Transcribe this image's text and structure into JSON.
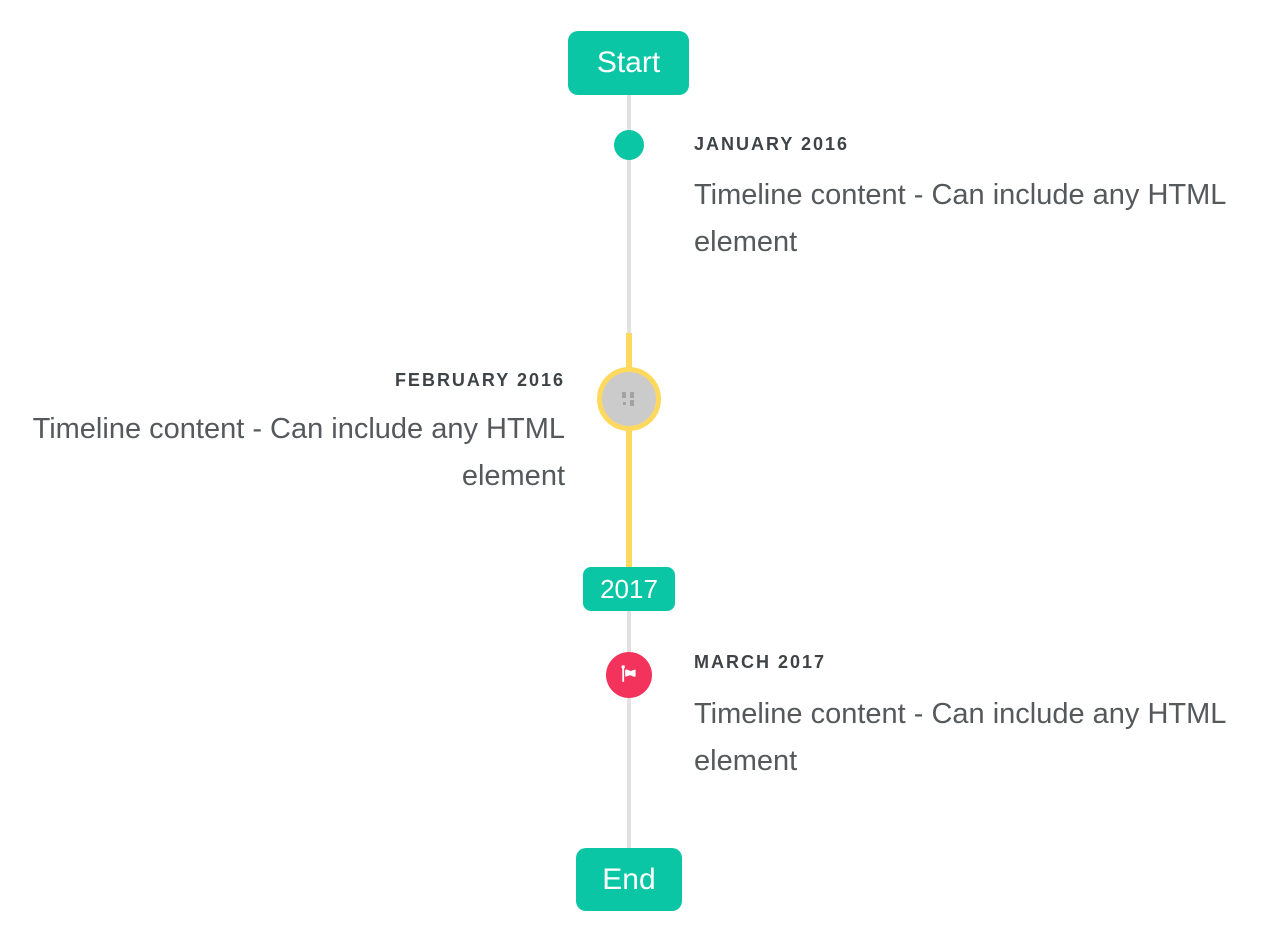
{
  "timeline": {
    "flags": {
      "start": "Start",
      "year": "2017",
      "end": "End"
    },
    "items": [
      {
        "title": "JANUARY 2016",
        "content": "Timeline content - Can include any HTML element",
        "side": "right",
        "marker": "teal-dot"
      },
      {
        "title": "FEBRUARY 2016",
        "content": "Timeline content - Can include any HTML element",
        "side": "left",
        "marker": "gray-circle-yellow-ring",
        "marker_icon": "broken-image-icon"
      },
      {
        "title": "MARCH 2017",
        "content": "Timeline content - Can include any HTML element",
        "side": "right",
        "marker": "red-circle",
        "marker_icon": "flag-icon"
      }
    ],
    "line": {
      "default_color": "#E1E1E1",
      "highlight_color": "#FFD95D"
    }
  },
  "colors": {
    "flag_background": "#0AC6A4",
    "flag_text": "#FFFFFF",
    "dot_teal": "#0AC6A4",
    "circle_gray_fill": "#CBCBCB",
    "circle_yellow_ring": "#FFD95D",
    "circle_red": "#F4335D",
    "title_text": "#3E4347",
    "body_text": "#55595C",
    "background": "#FFFFFF"
  }
}
